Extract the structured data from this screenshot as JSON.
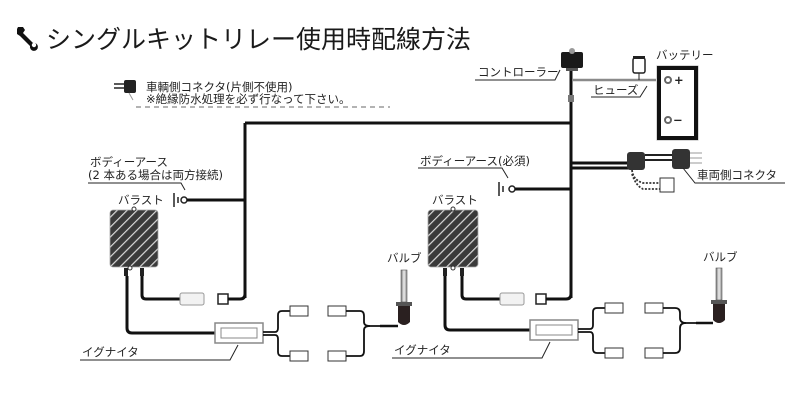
{
  "title": "シングルキットリレー使用時配線方法",
  "title_icon": "wrench-icon",
  "labels": {
    "vehicle_connector_unused": "車輌側コネクタ(片側不使用)",
    "waterproof_note": "※絶縁防水処理を必ず行なって下さい。",
    "controller": "コントローラー",
    "battery": "バッテリー",
    "fuse": "ヒューズ",
    "vehicle_connector": "車両側コネクタ",
    "body_earth_left_line1": "ボディーアース",
    "body_earth_left_line2": "(2 本ある場合は両方接続)",
    "body_earth_right": "ボディーアース(必須)",
    "ballast_left": "バラスト",
    "ballast_right": "バラスト",
    "bulb_left": "バルブ",
    "bulb_right": "バルブ",
    "igniter_left": "イグナイタ",
    "igniter_right": "イグナイタ",
    "battery_plus": "+",
    "battery_minus": "−"
  },
  "colors": {
    "wire": "#111111",
    "fuse_wire": "#8a8a8a",
    "dashed": "#9a9a9a",
    "ballast": "#3a3a3a"
  }
}
